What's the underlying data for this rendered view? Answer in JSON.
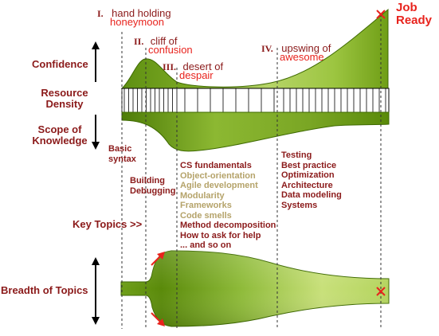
{
  "phases": [
    {
      "numeral": "I.",
      "line1": "hand holding",
      "line2": "honeymoon"
    },
    {
      "numeral": "II.",
      "line1": "cliff of",
      "line2": "confusion"
    },
    {
      "numeral": "III.",
      "line1": "desert of",
      "line2": "despair"
    },
    {
      "numeral": "IV.",
      "line1": "upswing of",
      "line2": "awesome"
    }
  ],
  "job_ready": {
    "line1": "Job",
    "line2": "Ready"
  },
  "left_labels": {
    "confidence": "Confidence",
    "resource_density": {
      "line1": "Resource",
      "line2": "Density"
    },
    "scope_of_knowledge": {
      "line1": "Scope of",
      "line2": "Knowledge"
    },
    "key_topics": "Key Topics >>",
    "breadth_of_topics": "Breadth of Topics"
  },
  "topic_groups": {
    "basic": [
      "Basic",
      "syntax"
    ],
    "building": [
      "Building",
      "Debugging"
    ],
    "core": [
      {
        "text": "CS fundamentals",
        "tone": "dark"
      },
      {
        "text": "Object-orientation",
        "tone": "tan"
      },
      {
        "text": "Agile development",
        "tone": "tan"
      },
      {
        "text": "Modularity",
        "tone": "tan"
      },
      {
        "text": "Frameworks",
        "tone": "tan"
      },
      {
        "text": "Code smells",
        "tone": "tan"
      },
      {
        "text": "Method decomposition",
        "tone": "dark"
      },
      {
        "text": "How to ask for help",
        "tone": "dark"
      },
      {
        "text": "... and so on",
        "tone": "dark"
      }
    ],
    "advanced": [
      "Testing",
      "Best practice",
      "Optimization",
      "Architecture",
      "Data modeling",
      "Systems"
    ]
  },
  "colors": {
    "dark_red": "#8b1a1a",
    "bright_red": "#e8231d",
    "tan": "#b5a36a",
    "green_dark": "#5a8a0a",
    "green_light": "#c8e07a"
  },
  "icons": [
    "up-down-arrow-icon",
    "red-x-marker-icon",
    "red-arrow-icon"
  ]
}
